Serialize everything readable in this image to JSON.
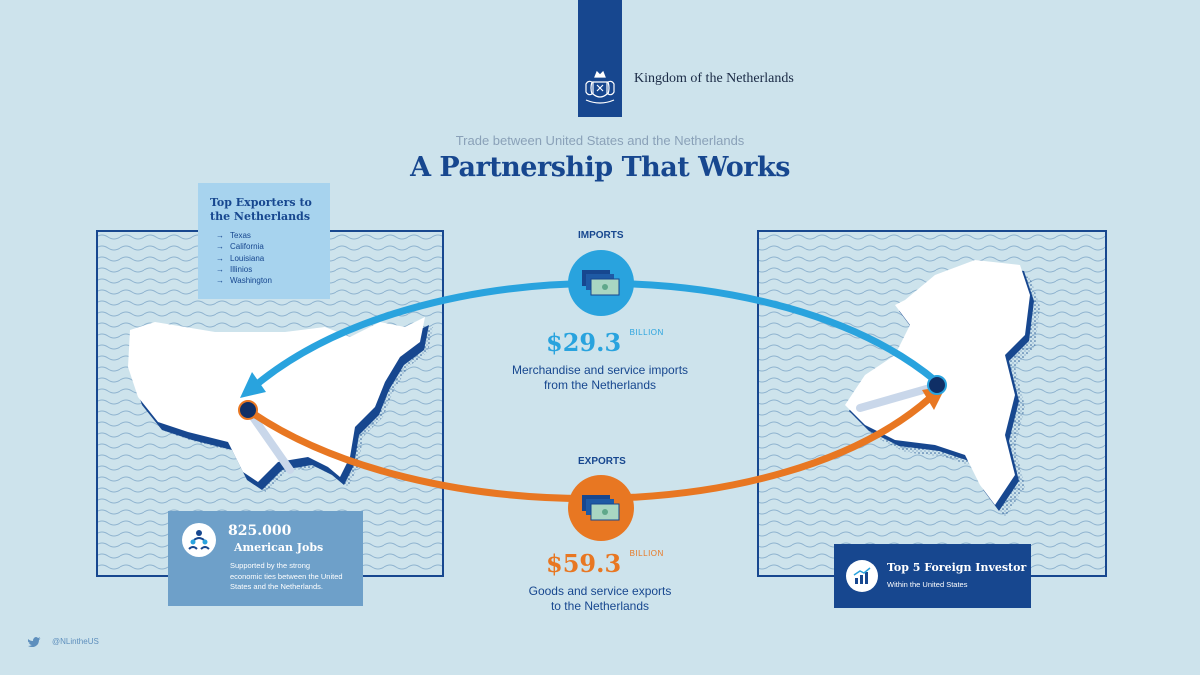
{
  "brand": {
    "name": "Kingdom of the Netherlands",
    "logo": "coat-of-arms"
  },
  "subtitle": "Trade between United States and the Netherlands",
  "title": "A Partnership That Works",
  "top_exporters": {
    "title_line1": "Top Exporters to",
    "title_line2": "the Netherlands",
    "states": [
      "Texas",
      "California",
      "Louisiana",
      "Illinios",
      "Washington"
    ]
  },
  "imports": {
    "label": "IMPORTS",
    "amount": "$29.3",
    "unit": "BILLION",
    "desc_line1": "Merchandise and service imports",
    "desc_line2": "from the Netherlands",
    "color": "#29a3de"
  },
  "exports": {
    "label": "EXPORTS",
    "amount": "$59.3",
    "unit": "BILLION",
    "desc_line1": "Goods and service exports",
    "desc_line2": "to the Netherlands",
    "color": "#e87722"
  },
  "jobs": {
    "number": "825.000",
    "label": "American Jobs",
    "desc_line1": "Supported by the strong",
    "desc_line2": "economic ties between the United",
    "desc_line3": "States and the Netherlands."
  },
  "investor": {
    "title": "Top 5 Foreign Investor",
    "subtitle": "Within the United States"
  },
  "footer": {
    "twitter_handle": "@NLintheUS"
  },
  "colors": {
    "background": "#cde3ec",
    "navy": "#17478f",
    "light_blue": "#a7d3ee",
    "mid_blue": "#6ea0c9"
  }
}
